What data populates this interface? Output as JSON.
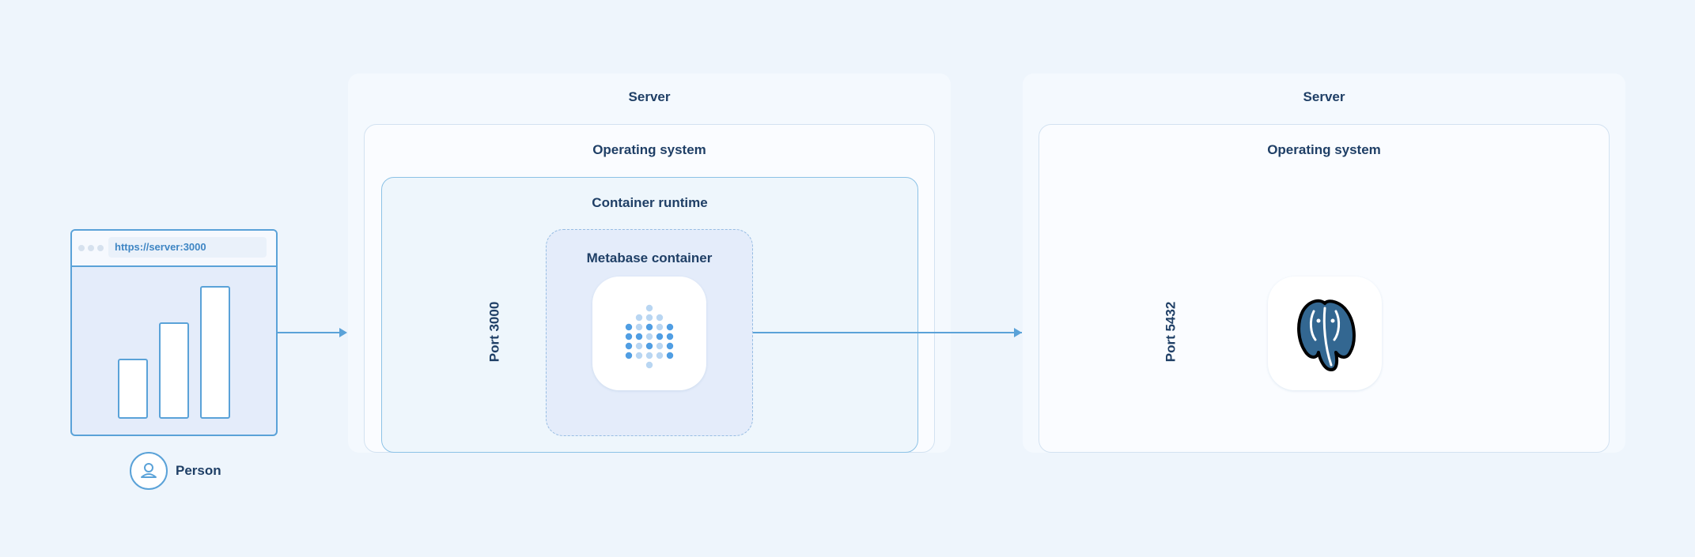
{
  "browser": {
    "url": "https://server:3000"
  },
  "person": {
    "label": "Person",
    "icon": "user-icon"
  },
  "left_server": {
    "title": "Server",
    "os_label": "Operating system",
    "runtime_label": "Container runtime",
    "container_label": "Metabase container",
    "port_label": "Port 3000",
    "logo_icon": "metabase-logo-icon"
  },
  "right_server": {
    "title": "Server",
    "os_label": "Operating system",
    "port_label": "Port 5432",
    "logo_icon": "postgresql-elephant-icon"
  },
  "colors": {
    "background": "#eef5fc",
    "accent": "#5aa2d8",
    "text": "#1f3f66"
  }
}
